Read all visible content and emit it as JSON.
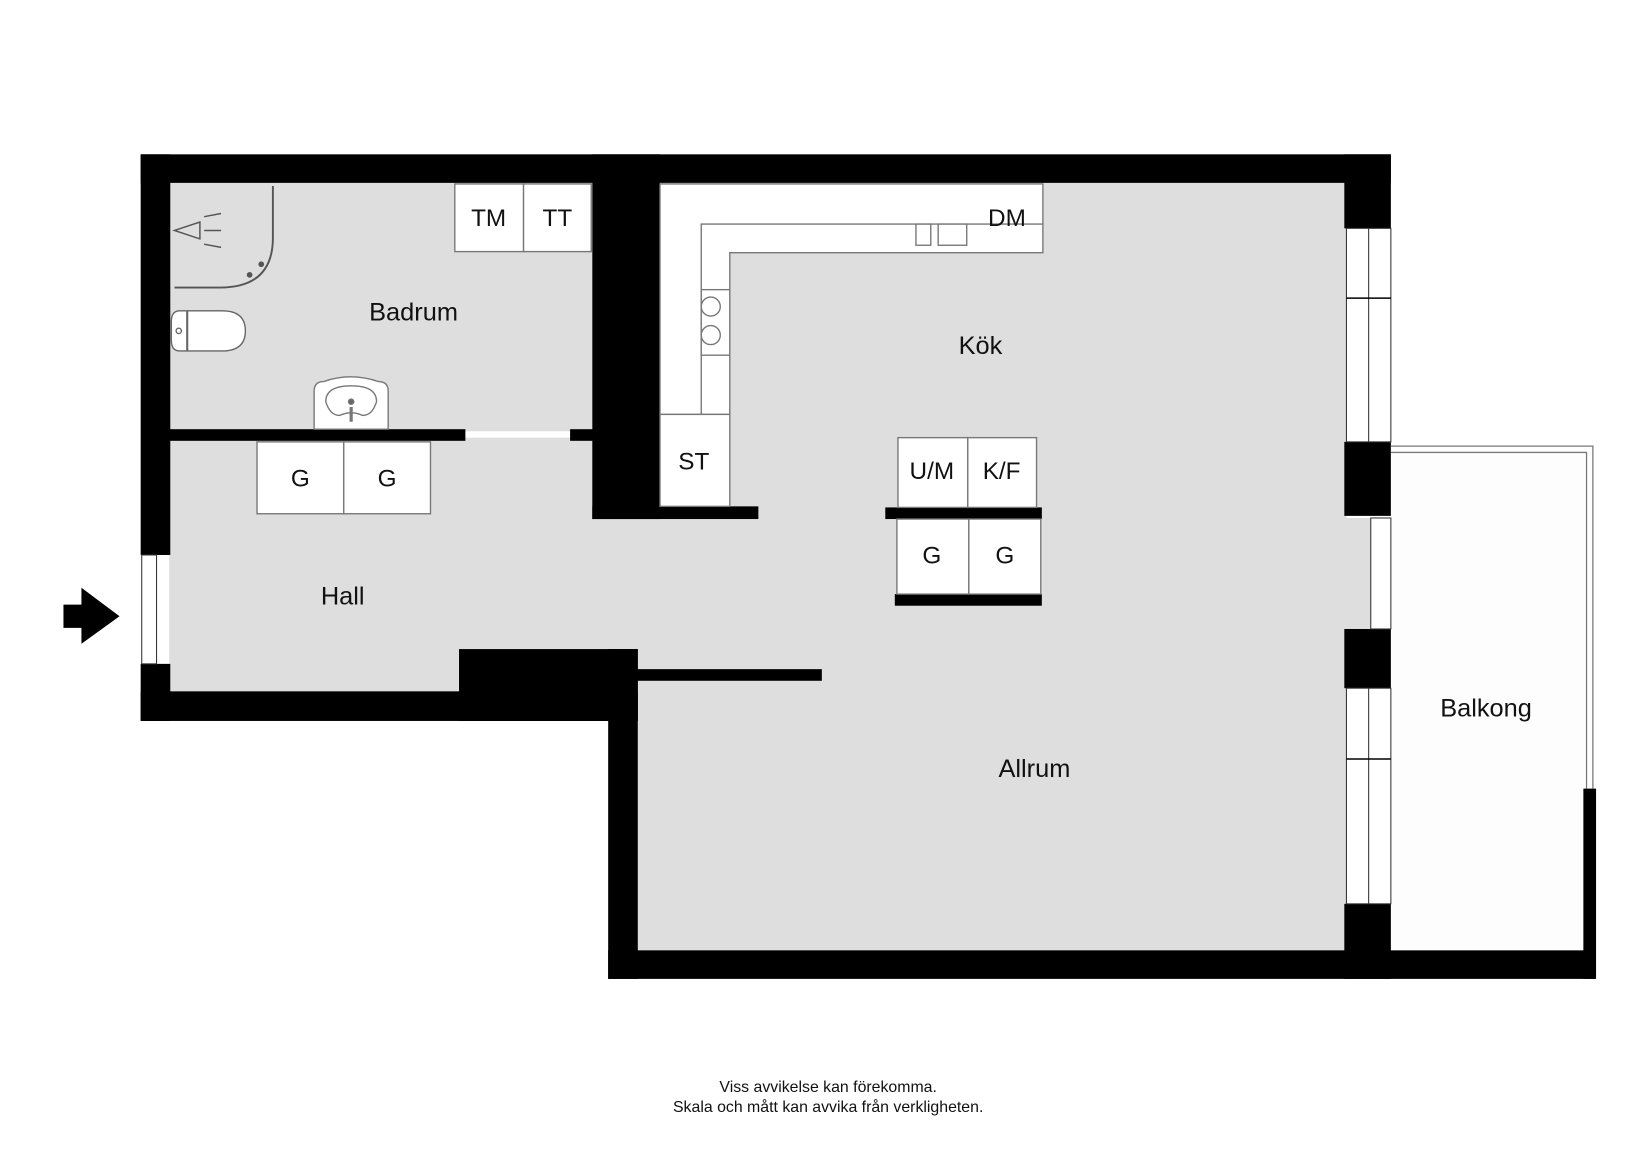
{
  "plan": {
    "colors": {
      "wall": "#000000",
      "floor": "#dedede",
      "fixture": "#ffffff",
      "outline": "#6e6e6e",
      "balcony": "#ffffff"
    },
    "rooms": {
      "badrum": "Badrum",
      "kok": "Kök",
      "hall": "Hall",
      "allrum": "Allrum",
      "balkong": "Balkong"
    },
    "fixtures": {
      "tm": "TM",
      "tt": "TT",
      "dm": "DM",
      "st": "ST",
      "um": "U/M",
      "kf": "K/F",
      "hall_wardrobe_1": "G",
      "hall_wardrobe_2": "G",
      "kitchen_wardrobe_1": "G",
      "kitchen_wardrobe_2": "G"
    },
    "icons": {
      "entrance": "entrance-arrow-icon",
      "shower": "shower-icon",
      "toilet": "toilet-icon",
      "sink": "sink-icon",
      "stove": "stove-icon"
    }
  },
  "footer": {
    "line1": "Viss avvikelse kan förekomma.",
    "line2": "Skala och mått kan avvika från verkligheten."
  }
}
